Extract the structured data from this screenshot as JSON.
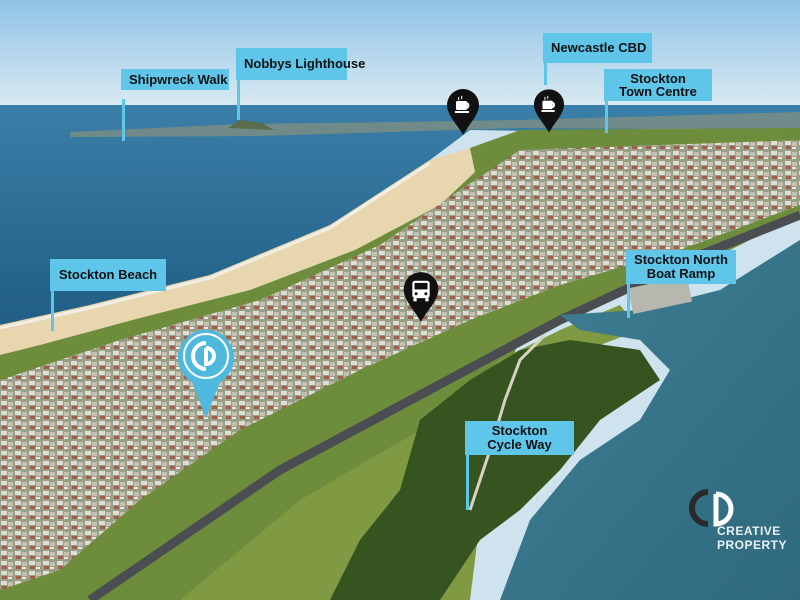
{
  "labels": {
    "shipwreck_walk": "Shipwreck Walk",
    "nobbys_lighthouse": "Nobbys Lighthouse",
    "newcastle_cbd": "Newcastle CBD",
    "stockton_town_centre_1": "Stockton",
    "stockton_town_centre_2": "Town Centre",
    "stockton_beach": "Stockton Beach",
    "stockton_north_boat_ramp_1": "Stockton North",
    "stockton_north_boat_ramp_2": "Boat Ramp",
    "stockton_cycle_way_1": "Stockton",
    "stockton_cycle_way_2": "Cycle Way"
  },
  "pins": {
    "cafe_1": "coffee-cup-icon",
    "cafe_2": "coffee-cup-icon",
    "bus": "bus-icon",
    "property": "creative-property-logo-pin"
  },
  "brand": {
    "line1": "CREATIVE",
    "line2": "PROPERTY"
  },
  "colors": {
    "callout": "#5fc6ea",
    "ocean": "#2c6f97",
    "river": "#3a7589",
    "sand": "#e8d6ae",
    "grass": "#6d8d3c",
    "property_pin": "#4fb8df"
  }
}
